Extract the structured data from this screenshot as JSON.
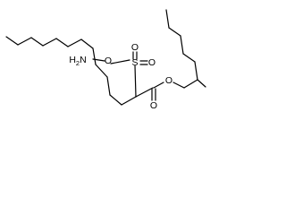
{
  "molecule": {
    "labels": {
      "amine": "H2N",
      "amine_o": "O",
      "sulfonyl_s": "S",
      "sulfonyl_o_top": "O",
      "sulfonyl_o_bottom": "O",
      "ester_o_carbonyl": "O",
      "ester_o_link": "O"
    }
  }
}
